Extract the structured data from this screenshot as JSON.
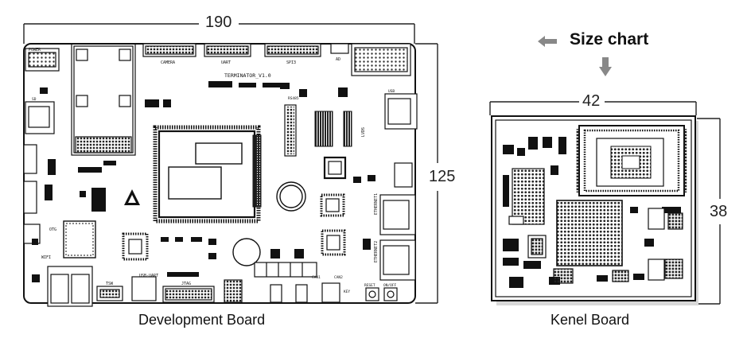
{
  "title": "Size chart",
  "dev_board": {
    "caption": "Development Board",
    "width": "190",
    "height": "125",
    "silk": {
      "board_name": "TERMINATOR_V1.0",
      "power": "POWER",
      "camera": "CAMERA",
      "uart": "UART",
      "spi": "SPI3",
      "ad": "AD",
      "usb_uart": "USB-UART",
      "jtag": "JTAG",
      "ethernet1": "ETHERNET1",
      "ethernet2": "ETHERNET2",
      "lvds": "LVDS",
      "wifi": "WIFI",
      "otg": "OTG",
      "tsw": "TSW",
      "can1": "CAN1",
      "can2": "CAN2",
      "key": "KEY",
      "reset": "RESET",
      "onoff": "ON/OFF",
      "rs485": "RS485",
      "sd": "SD",
      "usb": "USB"
    }
  },
  "kernel_board": {
    "caption": "Kenel Board",
    "width": "42",
    "height": "38"
  },
  "arrows": {
    "left": "arrow-left-icon",
    "down": "arrow-down-icon"
  }
}
